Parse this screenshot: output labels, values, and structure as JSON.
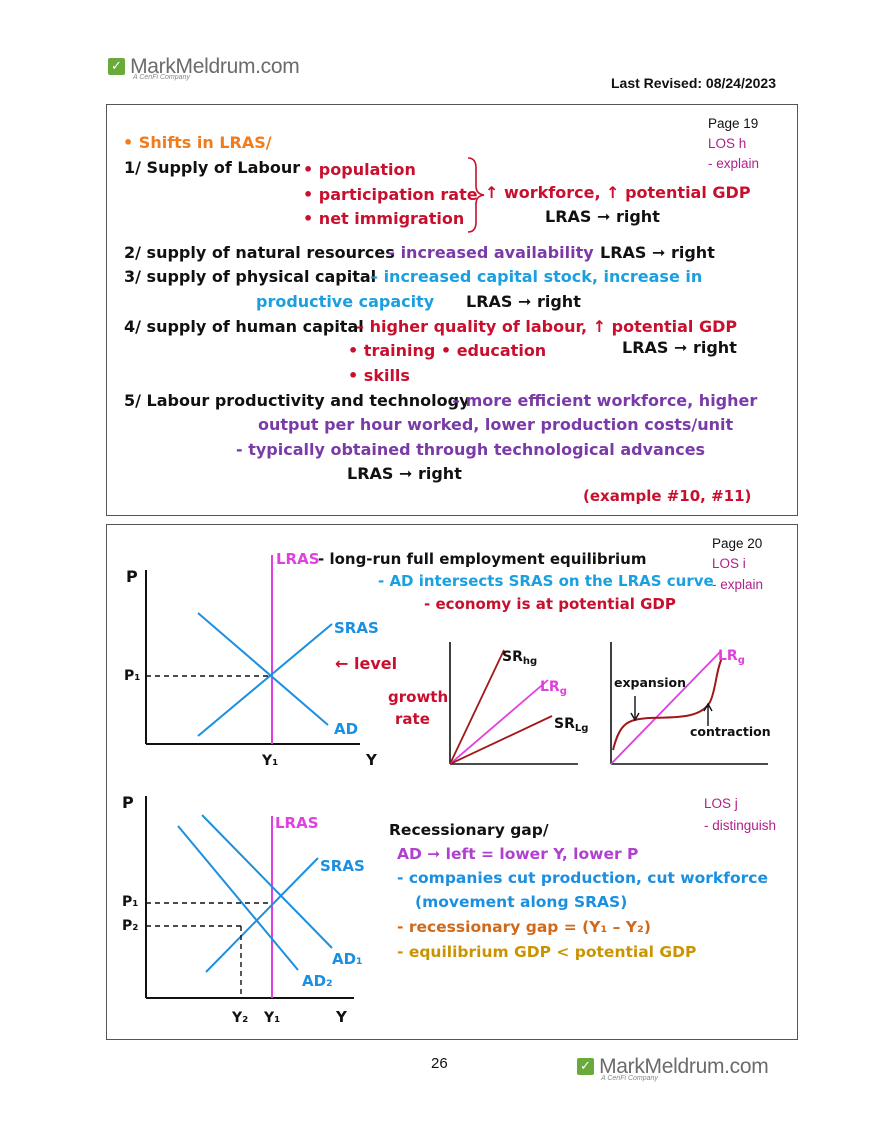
{
  "header": {
    "logo_text": "MarkMeldrum.com",
    "logo_sub": "A CeriFi Company",
    "last_revised": "Last Revised: 08/24/2023"
  },
  "top_box": {
    "page": "Page 19",
    "los": "LOS h",
    "los_action": "- explain",
    "heading": "• Shifts in LRAS/",
    "item1_label": "1/ Supply of Labour",
    "item1_points": [
      "• population",
      "• participation rate",
      "• net immigration"
    ],
    "item1_result": "↑ workforce, ↑ potential GDP",
    "item1_lras": "LRAS ➞ right",
    "item2_label": "2/ supply of natural resources",
    "item2_desc": "– increased availability",
    "item2_lras": "LRAS ➞ right",
    "item3_label": "3/ supply of physical capital",
    "item3_desc1": "– increased capital stock, increase in",
    "item3_desc2": "productive capacity",
    "item3_lras": "LRAS ➞ right",
    "item4_label": "4/ supply of human capital",
    "item4_desc": "– higher quality of labour, ↑ potential GDP",
    "item4_points1": "• training  • education",
    "item4_points2": "• skills",
    "item4_lras": "LRAS ➞ right",
    "item5_label": "5/ Labour productivity and technology",
    "item5_desc1": "– more efficient workforce, higher",
    "item5_desc2": "output per hour worked, lower production costs/unit",
    "item5_desc3": "- typically obtained through technological advances",
    "item5_lras": "LRAS ➞ right",
    "examples": "(example #10, #11)"
  },
  "bottom_box": {
    "page": "Page 20",
    "los_i": "LOS i",
    "los_i_action": "- explain",
    "lras_title": "LRAS",
    "lras_def": " - long-run full employment equilibrium",
    "lras_note1": "- AD intersects SRAS on the LRAS curve",
    "lras_note2": "- economy is at potential GDP",
    "graph1": {
      "p": "P",
      "y": "Y",
      "p1": "P₁",
      "y1": "Y₁",
      "sras": "SRAS",
      "ad": "AD"
    },
    "level": "← level",
    "growth_rate": [
      "growth",
      "rate"
    ],
    "graph2": {
      "srhg": "SR",
      "srhg_sub": "hg",
      "lrg": "LR",
      "lrg_sub": "g",
      "srlg": "SR",
      "srlg_sub": "Lg"
    },
    "graph3": {
      "lrg": "LR",
      "lrg_sub": "g",
      "expansion": "expansion",
      "contraction": "contraction"
    },
    "los_j": "LOS j",
    "los_j_action": "- distinguish",
    "graph4": {
      "p": "P",
      "y": "Y",
      "lras": "LRAS",
      "sras": "SRAS",
      "ad1": "AD₁",
      "ad2": "AD₂",
      "p1": "P₁",
      "p2": "P₂",
      "y1": "Y₁",
      "y2": "Y₂"
    },
    "recess_title": "Recessionary gap/",
    "recess_1": "AD ➞ left = lower Y, lower P",
    "recess_2": "- companies cut production, cut workforce",
    "recess_3": "(movement along SRAS)",
    "recess_4": "- recessionary gap = (Y₁ – Y₂)",
    "recess_5": "- equilibrium GDP < potential GDP"
  },
  "footer": {
    "page_number": "26",
    "logo_text": "MarkMeldrum.com",
    "logo_sub": "A CeriFi Company"
  }
}
